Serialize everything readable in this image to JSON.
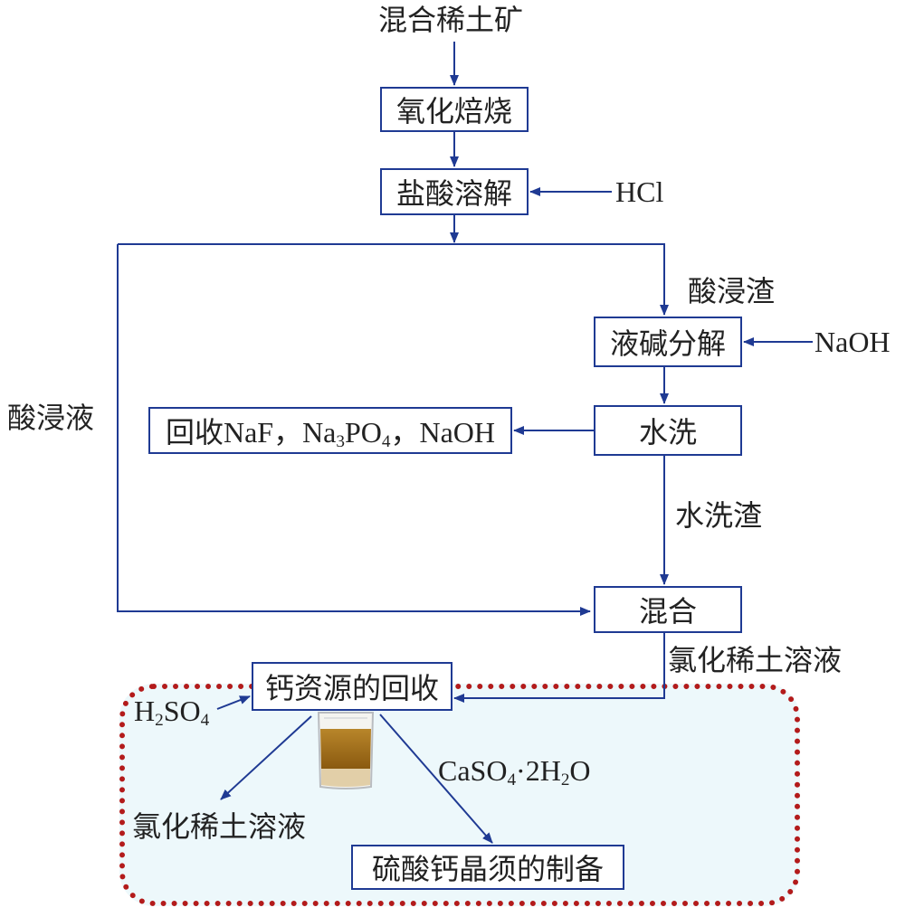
{
  "nodes": {
    "ore": "混合稀土矿",
    "oxidize": "氧化焙烧",
    "acid_dissolve": "盐酸溶解",
    "hcl": "HCl",
    "acid_residue": "酸浸渣",
    "alkali_decomp": "液碱分解",
    "naoh": "NaOH",
    "acid_leachate": "酸浸液",
    "wash": "水洗",
    "recover_prefix": "回收NaF，Na",
    "recover_sub3": "3",
    "recover_mid": "PO",
    "recover_sub4": "4",
    "recover_suffix": "，NaOH",
    "wash_residue": "水洗渣",
    "mix": "混合",
    "re_chloride_solution": "氯化稀土溶液",
    "calcium_recovery": "钙资源的回收",
    "h2so4_h": "H",
    "h2so4_2": "2",
    "h2so4_so": "SO",
    "h2so4_4": "4",
    "re_chloride_solution_2": "氯化稀土溶液",
    "caso4_a": "CaSO",
    "caso4_4": "4",
    "caso4_b": "·2H",
    "caso4_2": "2",
    "caso4_c": "O",
    "whisker": "硫酸钙晶须的制备"
  },
  "colors": {
    "arrow": "#1f3a93",
    "box_border": "#1f3a93",
    "highlight_border": "#b31b1b",
    "highlight_fill": "#edf8fb"
  }
}
